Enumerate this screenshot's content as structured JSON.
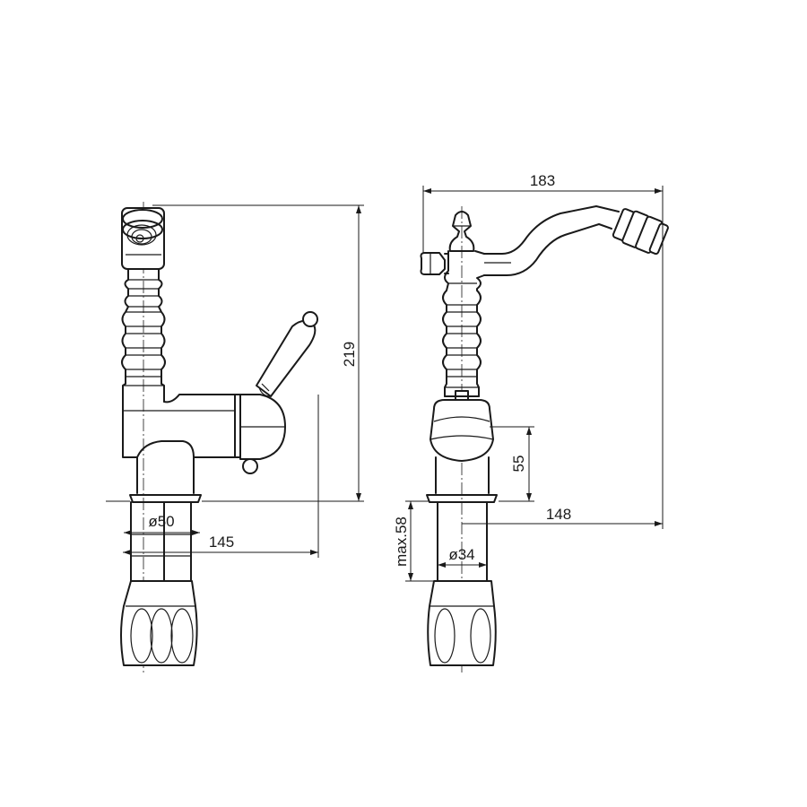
{
  "dimensions": {
    "height_total": "219",
    "width_side": "183",
    "projection": "148",
    "base_height": "55",
    "body_diameter_front": "ø50",
    "front_projection": "145",
    "shank_diameter": "ø34",
    "max_thickness": "max.58"
  }
}
